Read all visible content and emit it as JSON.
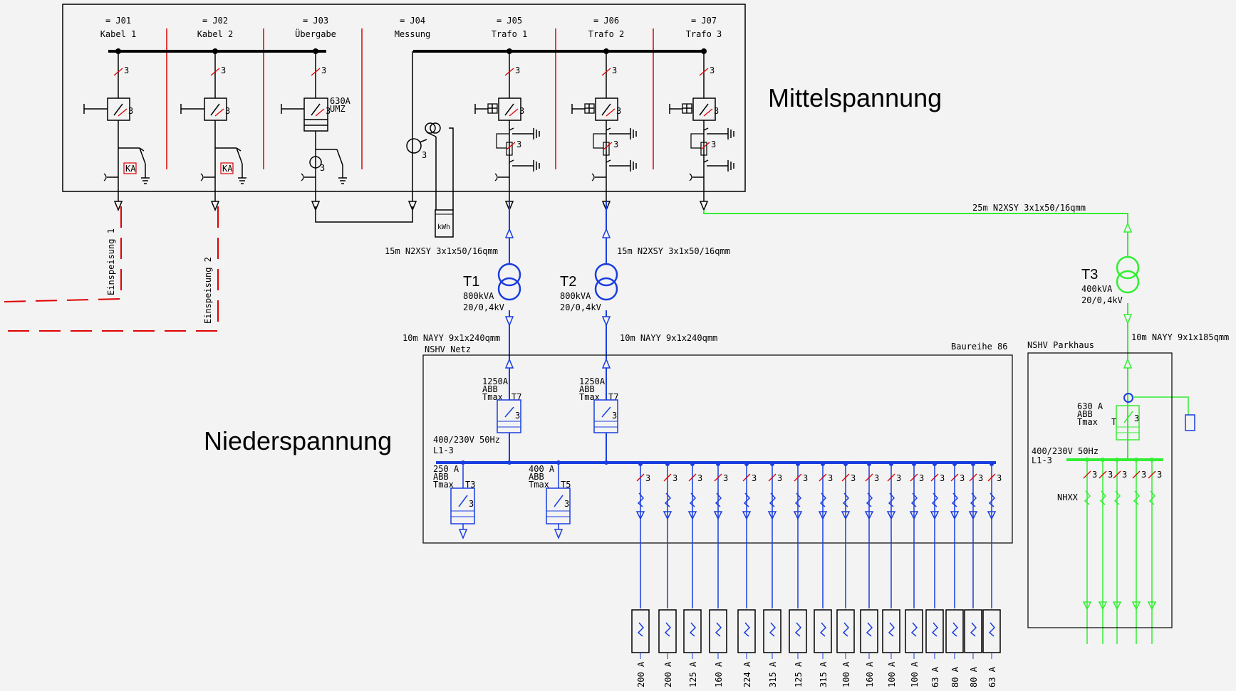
{
  "colors": {
    "black": "#000000",
    "red": "#e00000",
    "blue": "#1a3de0",
    "green": "#33ee33",
    "bg": "#f3f3f3"
  },
  "mv": {
    "heading": "Mittelspannung",
    "fields": [
      {
        "id": "= J01",
        "name": "Kabel 1"
      },
      {
        "id": "= J02",
        "name": "Kabel 2"
      },
      {
        "id": "= J03",
        "name": "Übergabe"
      },
      {
        "id": "= J04",
        "name": "Messung"
      },
      {
        "id": "= J05",
        "name": "Trafo 1"
      },
      {
        "id": "= J06",
        "name": "Trafo 2"
      },
      {
        "id": "= J07",
        "name": "Trafo 3"
      }
    ],
    "pole_count": "3",
    "ka_label": "KA",
    "breaker_rating": "630A",
    "breaker_type": "UMZ",
    "meter_label": "kWh",
    "feed_labels": [
      "Einspeisung 1",
      "Einspeisung 2"
    ]
  },
  "cables": {
    "t1_mv": "15m N2XSY 3x1x50/16qmm",
    "t2_mv": "15m N2XSY 3x1x50/16qmm",
    "t3_mv": "25m N2XSY 3x1x50/16qmm",
    "t1_lv": "10m NAYY 9x1x240qmm",
    "t2_lv": "10m NAYY 9x1x240qmm",
    "t3_lv": "10m NAYY 9x1x185qmm"
  },
  "transformers": [
    {
      "name": "T1",
      "power": "800kVA",
      "ratio": "20/0,4kV"
    },
    {
      "name": "T2",
      "power": "800kVA",
      "ratio": "20/0,4kV"
    },
    {
      "name": "T3",
      "power": "400kVA",
      "ratio": "20/0,4kV"
    }
  ],
  "lv": {
    "heading": "Niederspannung",
    "netz_title": "NSHV Netz",
    "series": "Baureihe 86",
    "parkhaus_title": "NSHV Parkhaus",
    "main_breaker": {
      "rating": "1250A",
      "maker": "ABB",
      "type": "Tmax",
      "size": "T7"
    },
    "bus_voltage": "400/230V  50Hz",
    "bus_phases": "L1-3",
    "feeder_a": {
      "rating": "250 A",
      "maker": "ABB",
      "type": "Tmax",
      "size": "T3"
    },
    "feeder_b": {
      "rating": "400 A",
      "maker": "ABB",
      "type": "Tmax",
      "size": "T5"
    },
    "park_breaker": {
      "rating": "630 A",
      "maker": "ABB",
      "type": "Tmax",
      "size": "T"
    },
    "park_fuse_label": "NHXX",
    "outgoing_ratings": [
      "200 A",
      "200 A",
      "125 A",
      "160 A",
      "224 A",
      "315 A",
      "125 A",
      "315 A",
      "100 A",
      "160 A",
      "100 A",
      "100 A",
      "63 A",
      "80 A",
      "80 A",
      "63 A"
    ]
  }
}
